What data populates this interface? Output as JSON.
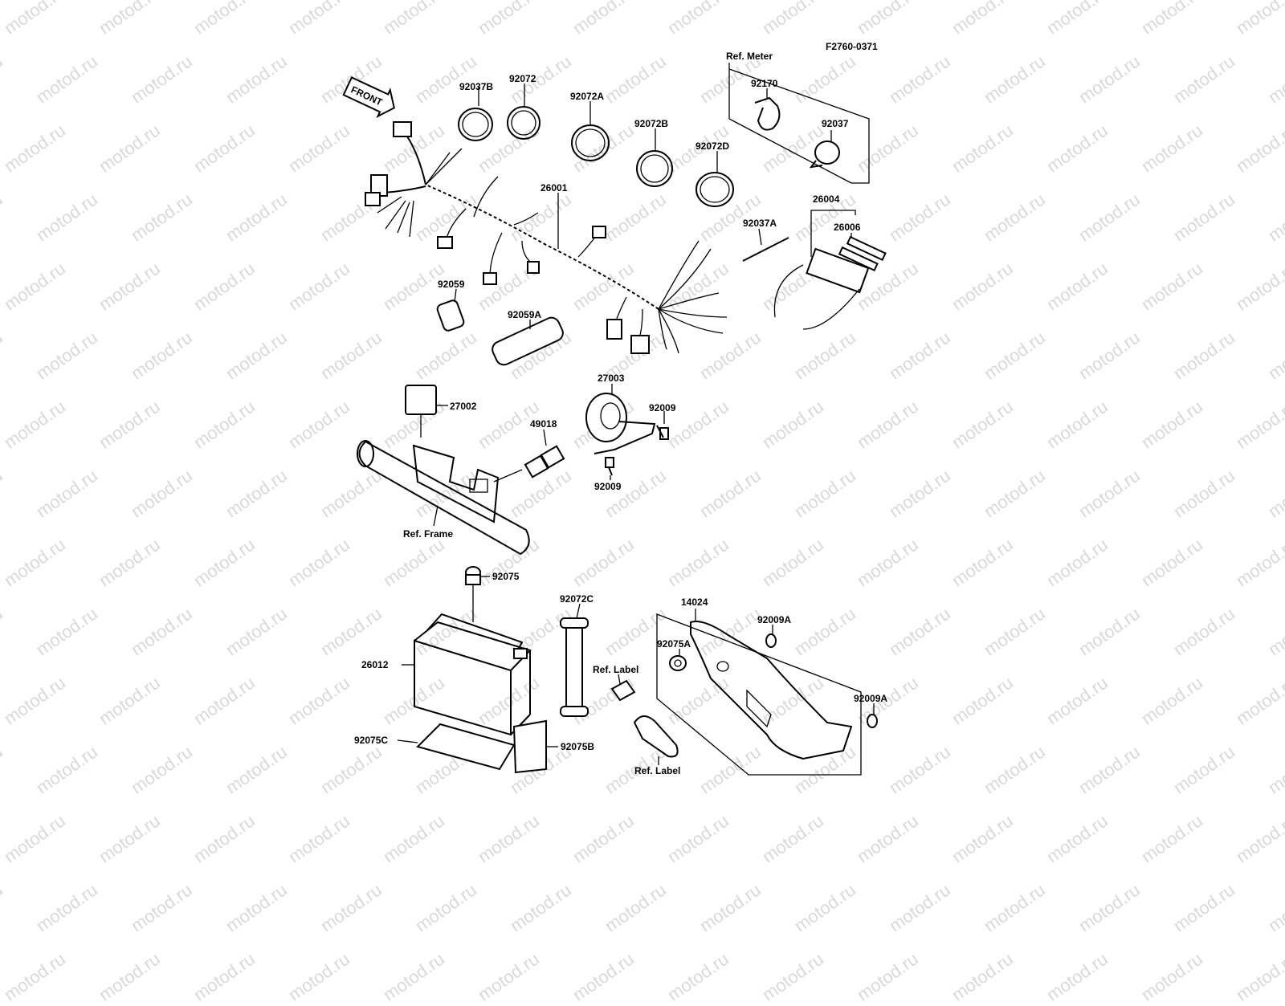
{
  "watermark": "motod.ru",
  "drawing_code": "F2760-0371",
  "front_label": "FRONT",
  "ref_labels": {
    "meter": "Ref. Meter",
    "frame": "Ref. Frame",
    "label_a": "Ref. Label",
    "label_b": "Ref. Label"
  },
  "parts": {
    "p92037B": "92037B",
    "p92072": "92072",
    "p92072A": "92072A",
    "p92072B": "92072B",
    "p92072D": "92072D",
    "p26001": "26001",
    "p92170": "92170",
    "p92037": "92037",
    "p26004": "26004",
    "p26006": "26006",
    "p92037A": "92037A",
    "p92059": "92059",
    "p92059A": "92059A",
    "p27003": "27003",
    "p92009a": "92009",
    "p92009b": "92009",
    "p27002": "27002",
    "p49018": "49018",
    "p92075": "92075",
    "p92072C": "92072C",
    "p14024": "14024",
    "p92009A_a": "92009A",
    "p92075A": "92075A",
    "p92009A_b": "92009A",
    "p26012": "26012",
    "p92075C": "92075C",
    "p92075B": "92075B"
  }
}
